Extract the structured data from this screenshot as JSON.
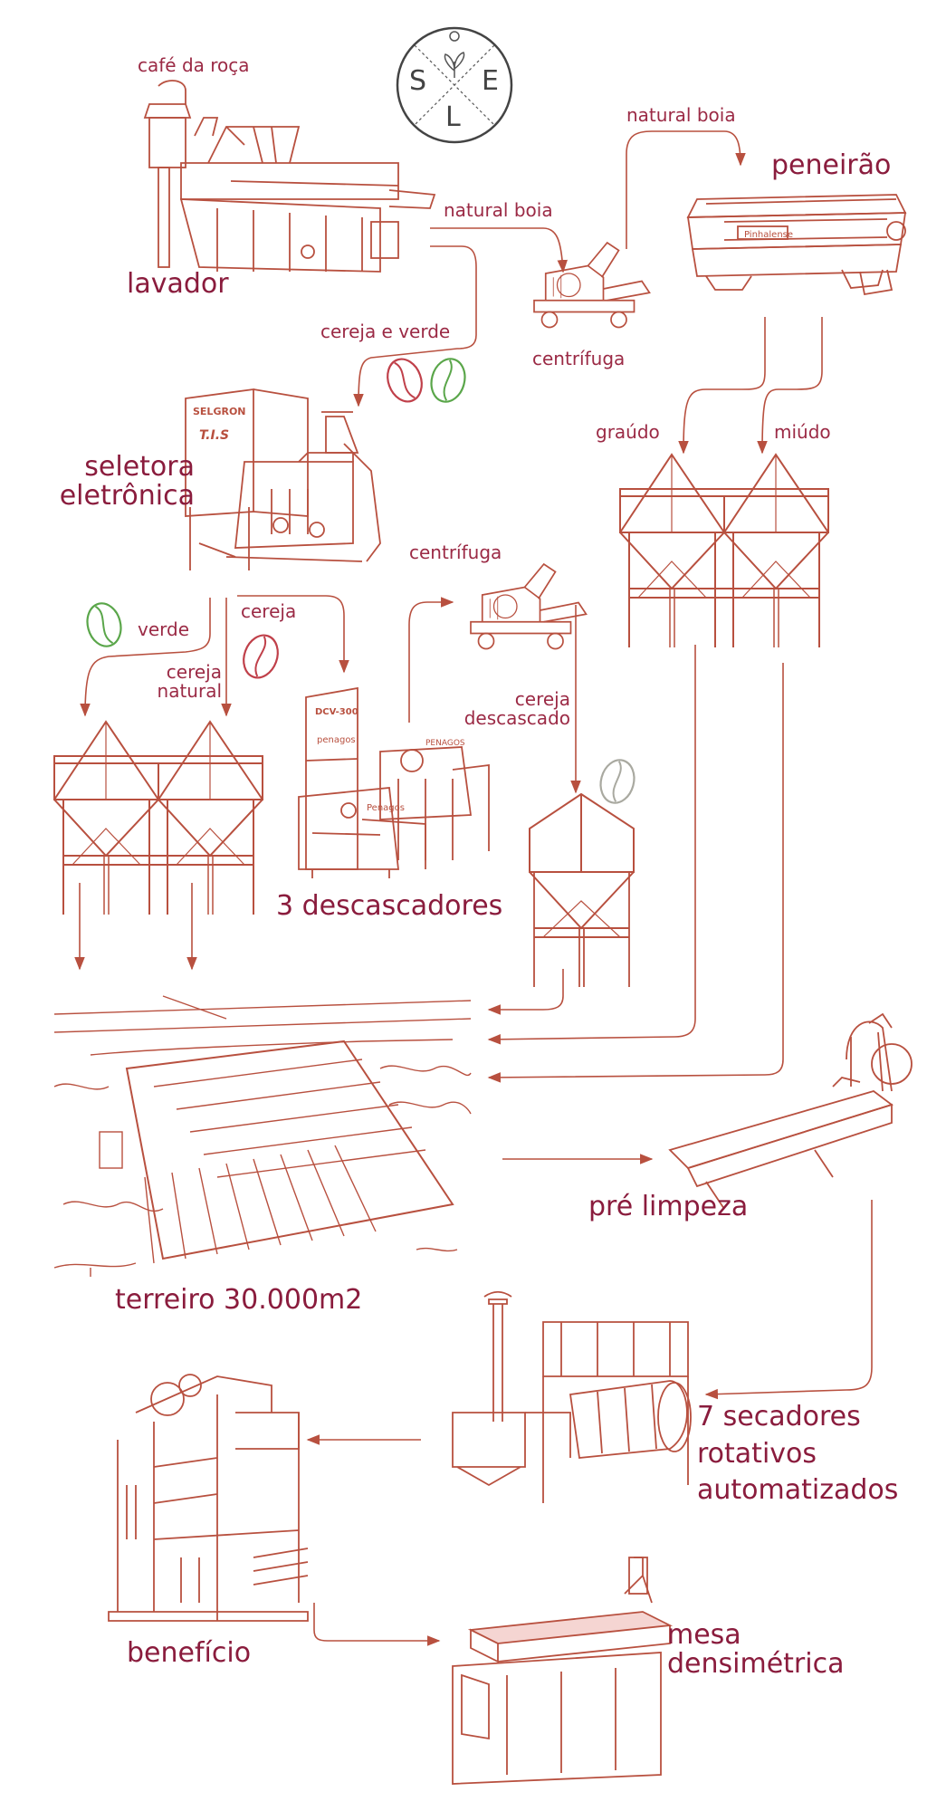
{
  "logo": {
    "letters": [
      "S",
      "E",
      "L"
    ]
  },
  "colors": {
    "line": "#b8503f",
    "arrow": "#b8503f",
    "label": "#9b2a45",
    "title": "#8a1c3d",
    "bean_red": "#c0404a",
    "bean_green": "#5aa64a",
    "bean_gray": "#a9a9a0"
  },
  "labels": {
    "cafe_da_roca": "café da roça",
    "lavador": "lavador",
    "natural_boia_1": "natural boia",
    "natural_boia_2": "natural boia",
    "peneirao": "peneirão",
    "centrifuga_1": "centrífuga",
    "cereja_e_verde": "cereja e verde",
    "graudo": "graúdo",
    "miudo": "miúdo",
    "seletora": "seletora\neletrônica",
    "centrifuga_2": "centrífuga",
    "verde": "verde",
    "cereja": "cereja",
    "cereja_natural": "cereja\nnatural",
    "cereja_descascado": "cereja\ndescascado",
    "descascadores": "3 descascadores",
    "terreiro": "terreiro 30.000m2",
    "pre_limpeza": "pré limpeza",
    "secadores": "7 secadores\nrotativos\nautomatizados",
    "beneficio": "benefício",
    "mesa": "mesa\ndensimétrica"
  },
  "machine_text": {
    "selgron": "SELGRON",
    "tis": "T.I.S",
    "dcv": "DCV-300",
    "penagos": "penagos",
    "penagos_2": "PENAGOS",
    "penagos_3": "Penagos",
    "pinhalense": "Pinhalense"
  },
  "icons": {
    "logo": "sel-logo-icon",
    "bean": "coffee-bean-icon",
    "silo": "silo-icon",
    "arrow": "flow-arrow-icon"
  }
}
